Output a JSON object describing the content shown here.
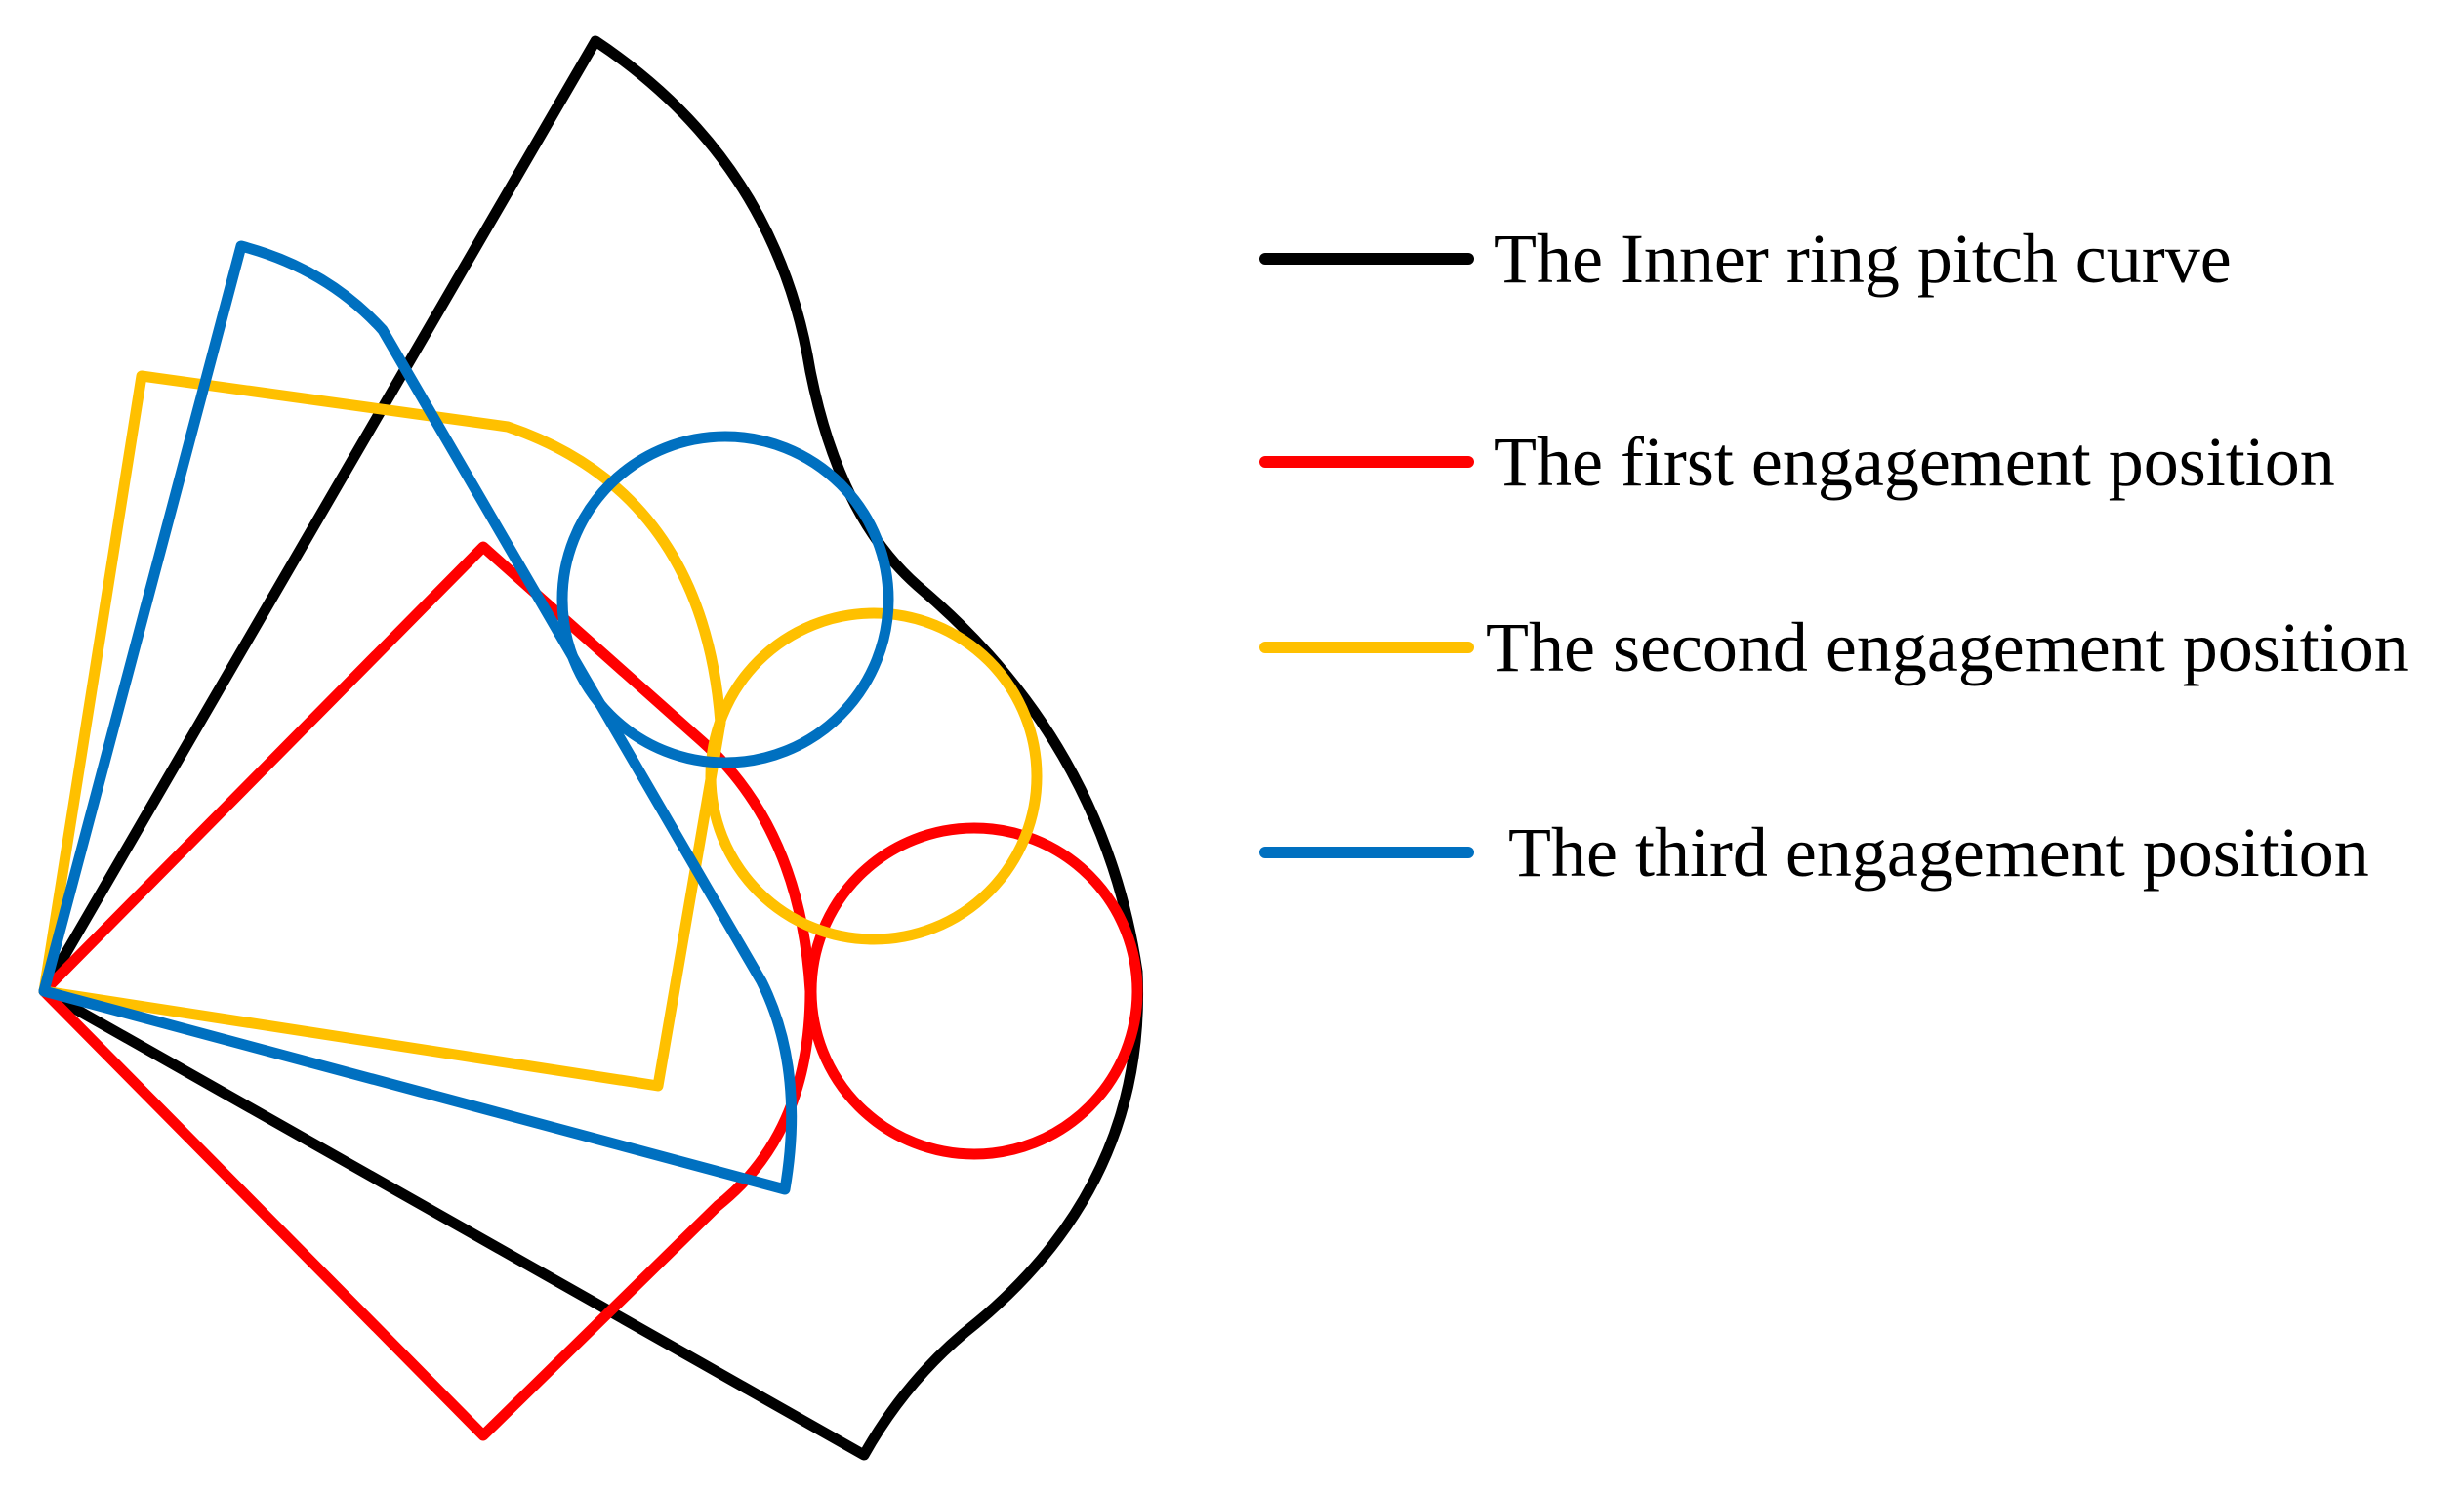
{
  "legend": {
    "placement": "right",
    "items": [
      {
        "label": "The Inner ring pitch curve",
        "color": "#000000"
      },
      {
        "label": "The first engagement position",
        "color": "#ff0000"
      },
      {
        "label": "The second engagement position",
        "color": "#ffc000"
      },
      {
        "label": "The third engagement position",
        "color": "#0070c0"
      }
    ]
  },
  "curves": [
    {
      "name": "inner-ring-pitch-curve",
      "color": "#000000"
    },
    {
      "name": "first-engagement-position",
      "color": "#ff0000"
    },
    {
      "name": "second-engagement-position",
      "color": "#ffc000"
    },
    {
      "name": "third-engagement-position",
      "color": "#0070c0"
    }
  ]
}
